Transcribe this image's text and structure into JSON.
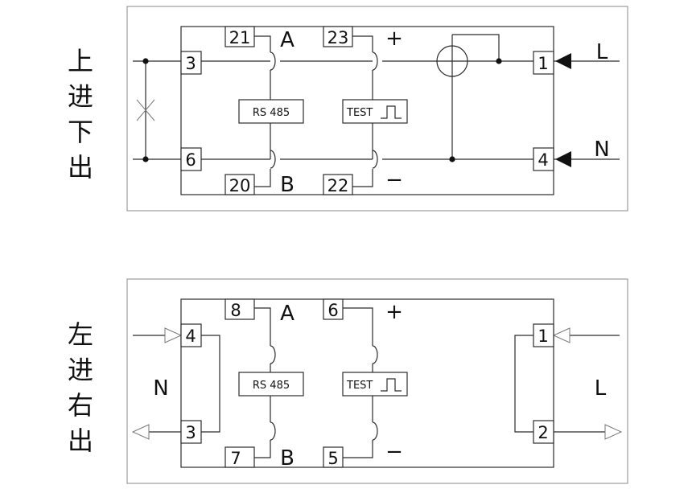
{
  "top": {
    "side_label": [
      "上",
      "进",
      "下",
      "出"
    ],
    "terminals": {
      "t3": "3",
      "t6": "6",
      "t21": "21",
      "t20": "20",
      "t23": "23",
      "t22": "22",
      "t1": "1",
      "t4": "4"
    },
    "signal_a": "A",
    "signal_b": "B",
    "plus": "+",
    "minus": "−",
    "rs485": "RS 485",
    "test": "TEST",
    "line_l": "L",
    "line_n": "N"
  },
  "bottom": {
    "side_label": [
      "左",
      "进",
      "右",
      "出"
    ],
    "terminals": {
      "t4": "4",
      "t3": "3",
      "t8": "8",
      "t7": "7",
      "t6": "6",
      "t5": "5",
      "t1": "1",
      "t2": "2"
    },
    "signal_a": "A",
    "signal_b": "B",
    "plus": "+",
    "minus": "−",
    "rs485": "RS 485",
    "test": "TEST",
    "line_n": "N",
    "line_l": "L"
  }
}
